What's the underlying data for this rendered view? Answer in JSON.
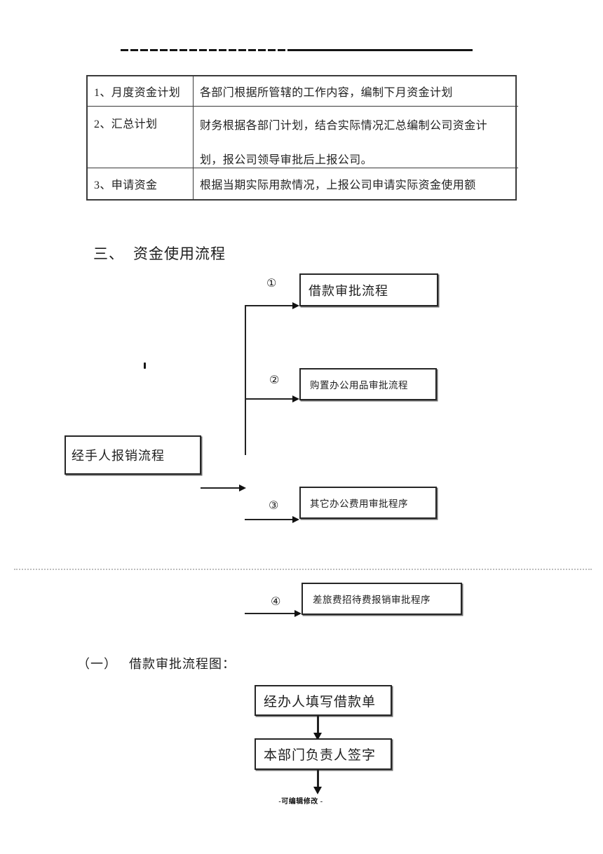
{
  "table": {
    "rows": [
      {
        "label": "1、月度资金计划",
        "desc_line1": "各部门根据所管辖的工作内容，编制下月资金计划",
        "desc_line2": ""
      },
      {
        "label": "2、汇总计划",
        "desc_line1": "财务根据各部门计划，结合实际情况汇总编制公司资金计",
        "desc_line2": "划，报公司领导审批后上报公司。"
      },
      {
        "label": "3、申请资金",
        "desc_line1": "根据当期实际用款情况，上报公司申请实际资金使用额",
        "desc_line2": ""
      }
    ]
  },
  "section_heading": {
    "number": "三、",
    "title": "资金使用流程"
  },
  "flowchart": {
    "source_box_label": "经手人报销流程",
    "branches": [
      {
        "marker": "①",
        "label": "借款审批流程"
      },
      {
        "marker": "②",
        "label": "购置办公用品审批流程"
      },
      {
        "marker": "③",
        "label": "其它办公费用审批程序"
      },
      {
        "marker": "④",
        "label": "差旅费招待费报销审批程序"
      }
    ]
  },
  "subsection_heading": {
    "number": "（一）",
    "title": "借款审批流程图："
  },
  "loan_flow": {
    "steps": [
      {
        "label": "经办人填写借款单"
      },
      {
        "label": "本部门负责人签字"
      }
    ]
  },
  "footer": {
    "text": "-可编辑修改 -"
  },
  "colors": {
    "ink": "#1f1f1f",
    "table_border": "#3a3a3a",
    "pagebreak_dots": "#bdbdbd"
  }
}
